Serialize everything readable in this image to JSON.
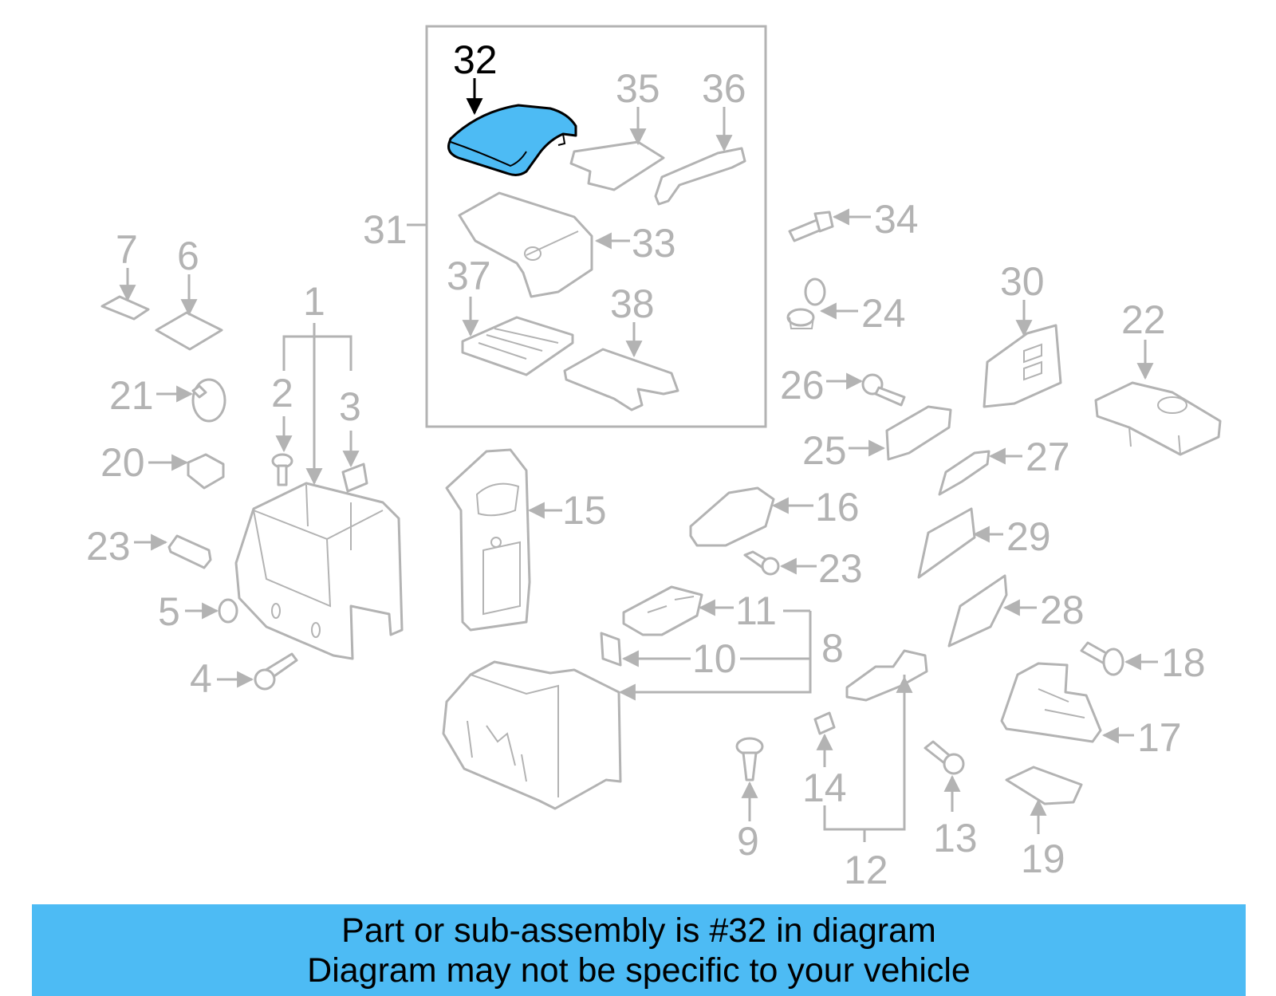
{
  "highlight": {
    "part_number": "32",
    "color": "#4dbbf4",
    "outline_color": "#000000"
  },
  "line_color": "#b3b3b3",
  "callouts": {
    "c1": "1",
    "c2": "2",
    "c3": "3",
    "c4": "4",
    "c5": "5",
    "c6": "6",
    "c7": "7",
    "c8": "8",
    "c9": "9",
    "c10": "10",
    "c11": "11",
    "c12": "12",
    "c13": "13",
    "c14": "14",
    "c15": "15",
    "c16": "16",
    "c17": "17",
    "c18": "18",
    "c19": "19",
    "c20": "20",
    "c21": "21",
    "c22": "22",
    "c23a": "23",
    "c23b": "23",
    "c24": "24",
    "c25": "25",
    "c26": "26",
    "c27": "27",
    "c28": "28",
    "c29": "29",
    "c30": "30",
    "c31": "31",
    "c32": "32",
    "c33": "33",
    "c34": "34",
    "c35": "35",
    "c36": "36",
    "c37": "37",
    "c38": "38"
  },
  "footer": {
    "line1": "Part or sub-assembly is #32 in diagram",
    "line2": "Diagram may not be specific to your vehicle",
    "background": "#4dbbf4"
  }
}
